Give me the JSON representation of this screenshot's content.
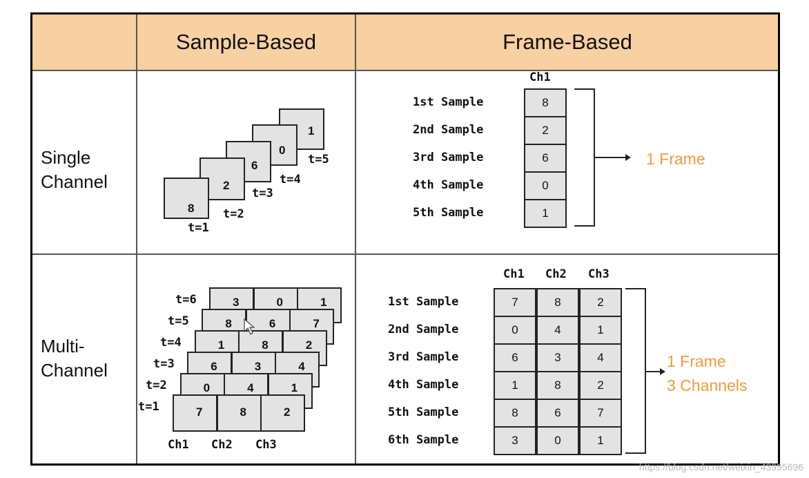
{
  "header": {
    "sample_based": "Sample-Based",
    "frame_based": "Frame-Based"
  },
  "rows": {
    "single_line1": "Single",
    "single_line2": "Channel",
    "multi_line1": "Multi-",
    "multi_line2": "Channel"
  },
  "single_sample": {
    "values": [
      "8",
      "2",
      "6",
      "0",
      "1"
    ],
    "t_labels": [
      "t=1",
      "t=2",
      "t=3",
      "t=4",
      "t=5"
    ]
  },
  "single_frame": {
    "col_header": "Ch1",
    "sample_labels": [
      "1st Sample",
      "2nd Sample",
      "3rd Sample",
      "4th Sample",
      "5th Sample"
    ],
    "values": [
      "8",
      "2",
      "6",
      "0",
      "1"
    ],
    "result": "1 Frame"
  },
  "multi_sample": {
    "t_labels": [
      "t=6",
      "t=5",
      "t=4",
      "t=3",
      "t=2",
      "t=1"
    ],
    "rows": [
      [
        "3",
        "0",
        "1"
      ],
      [
        "8",
        "6",
        "7"
      ],
      [
        "1",
        "8",
        "2"
      ],
      [
        "6",
        "3",
        "4"
      ],
      [
        "0",
        "4",
        "1"
      ],
      [
        "7",
        "8",
        "2"
      ]
    ],
    "ch_labels": [
      "Ch1",
      "Ch2",
      "Ch3"
    ]
  },
  "multi_frame": {
    "col_headers": [
      "Ch1",
      "Ch2",
      "Ch3"
    ],
    "sample_labels": [
      "1st Sample",
      "2nd Sample",
      "3rd Sample",
      "4th Sample",
      "5th Sample",
      "6th Sample"
    ],
    "rows": [
      [
        "7",
        "8",
        "2"
      ],
      [
        "0",
        "4",
        "1"
      ],
      [
        "6",
        "3",
        "4"
      ],
      [
        "1",
        "8",
        "2"
      ],
      [
        "8",
        "6",
        "7"
      ],
      [
        "3",
        "0",
        "1"
      ]
    ],
    "result_line1": "1 Frame",
    "result_line2": "3 Channels"
  },
  "watermark": "https://blog.csdn.net/weixin_43995696"
}
